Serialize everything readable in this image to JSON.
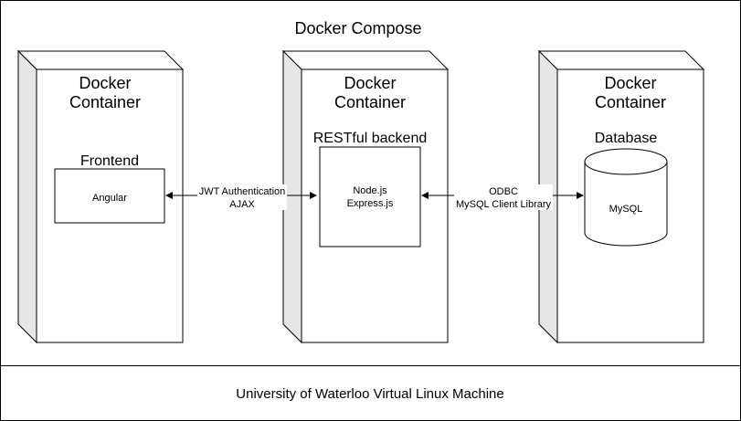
{
  "diagram": {
    "outer_title": "Docker Compose",
    "footer_label": "University of Waterloo Virtual Linux Machine",
    "containers": [
      {
        "title_line1": "Docker",
        "title_line2": "Container",
        "role": "Frontend",
        "component": [
          "Angular"
        ]
      },
      {
        "title_line1": "Docker",
        "title_line2": "Container",
        "role": "RESTful backend",
        "component": [
          "Node.js",
          "Express.js"
        ]
      },
      {
        "title_line1": "Docker",
        "title_line2": "Container",
        "role": "Database",
        "component": [
          "MySQL"
        ]
      }
    ],
    "connections": [
      {
        "from": "Angular",
        "to": "Node.js / Express.js",
        "bidirectional": true,
        "label_lines": [
          "JWT Authentication",
          "AJAX"
        ]
      },
      {
        "from": "Node.js / Express.js",
        "to": "MySQL",
        "bidirectional": true,
        "label_lines": [
          "ODBC",
          "MySQL Client Library"
        ]
      }
    ],
    "colors": {
      "stroke": "#000000",
      "container_side": "#e6e6e6",
      "background": "#ffffff"
    }
  }
}
